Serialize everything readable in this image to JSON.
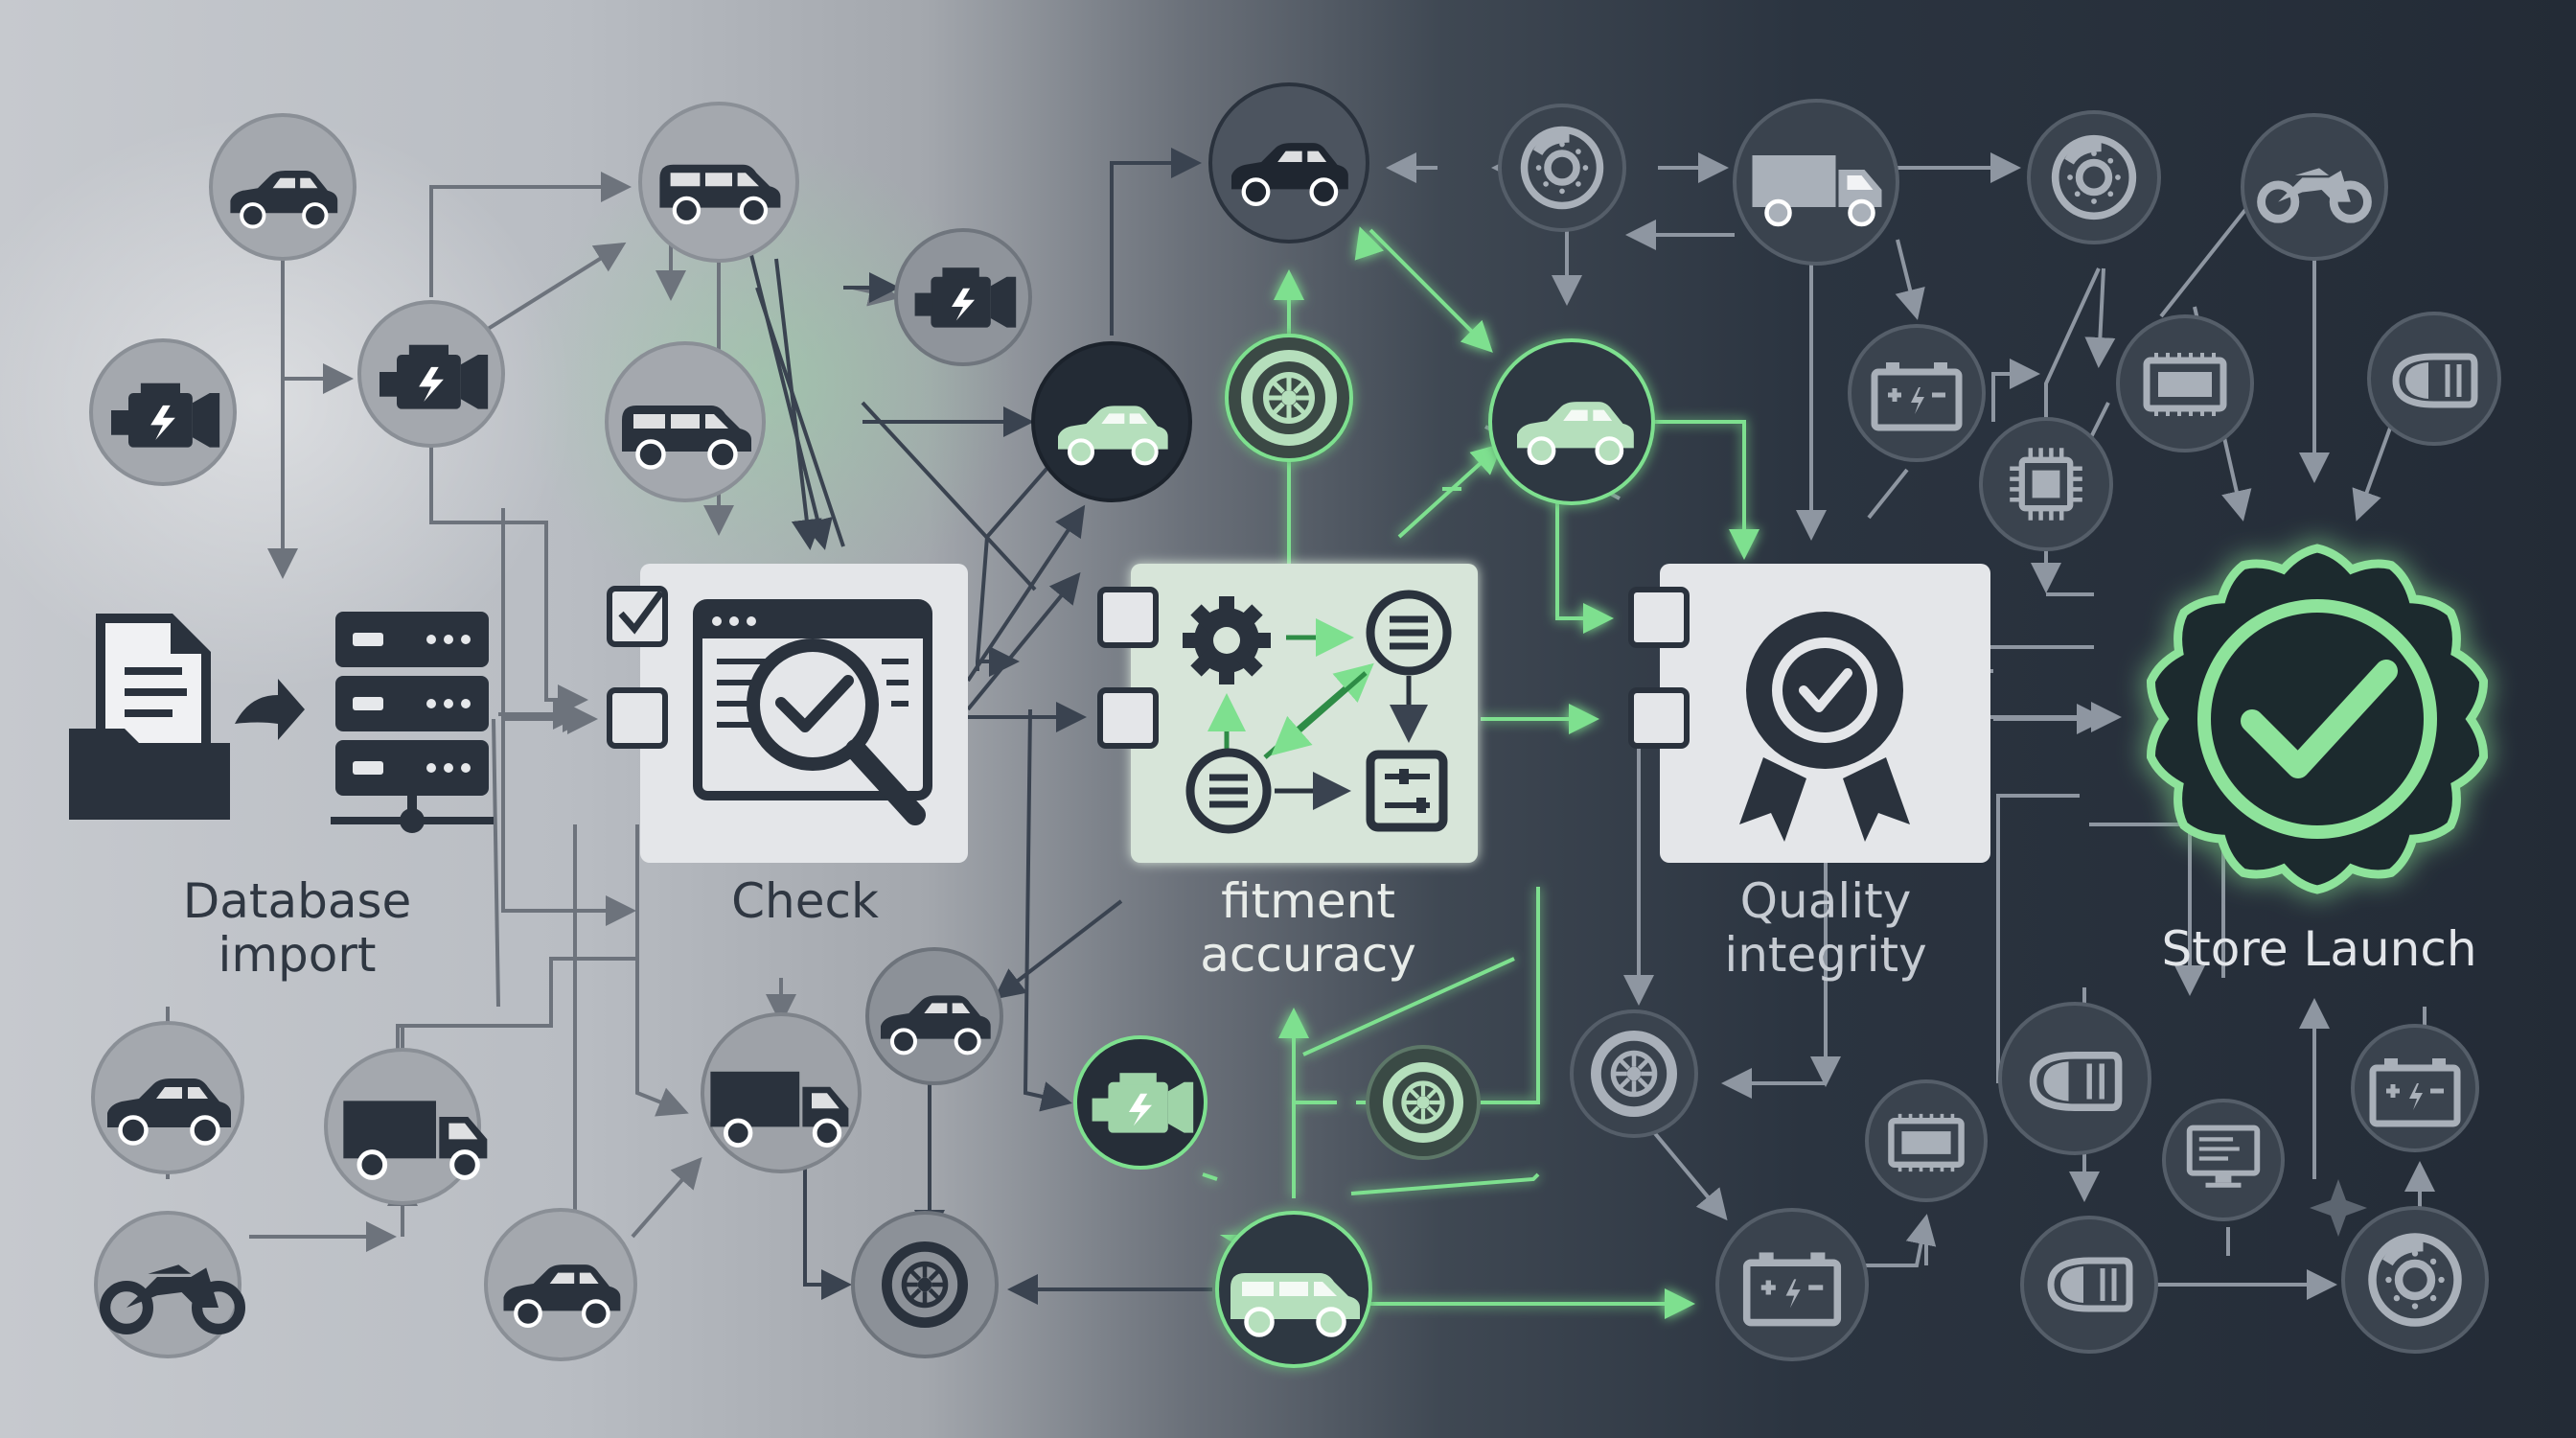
{
  "stages": {
    "import": {
      "label": "Database import"
    },
    "check": {
      "label": "Check"
    },
    "fitment": {
      "label": "fitment accuracy"
    },
    "quality": {
      "label": "Quality integrity"
    },
    "launch": {
      "label": "Store Launch"
    }
  },
  "colors": {
    "dark_icon": "#2a323d",
    "light_circle": "#a6aab0",
    "mid_circle": "#4a525d",
    "dark_circle": "#2e3742",
    "green": "#7ee08f",
    "green_soft": "#9ae6a6",
    "card_light": "#e4e6e9",
    "card_green": "#d7e5d9",
    "label_dark": "#2f3742",
    "label_light": "#e3e6ea"
  },
  "icons": {
    "import": [
      "document-icon",
      "folder-icon",
      "arrow-icon",
      "server-icon"
    ],
    "check": [
      "browser-window-icon",
      "magnifier-icon",
      "check-icon",
      "checkbox-icon"
    ],
    "fitment": [
      "gear-icon",
      "list-icon",
      "sliders-icon",
      "checkbox-icon"
    ],
    "quality": [
      "award-badge-icon",
      "checkbox-icon"
    ],
    "launch": [
      "verified-badge-icon"
    ],
    "network": [
      "car-icon",
      "suv-icon",
      "truck-icon",
      "motorcycle-icon",
      "engine-icon",
      "tire-icon",
      "brake-disc-icon",
      "battery-icon",
      "chip-icon",
      "monitor-icon",
      "headlight-icon"
    ]
  }
}
